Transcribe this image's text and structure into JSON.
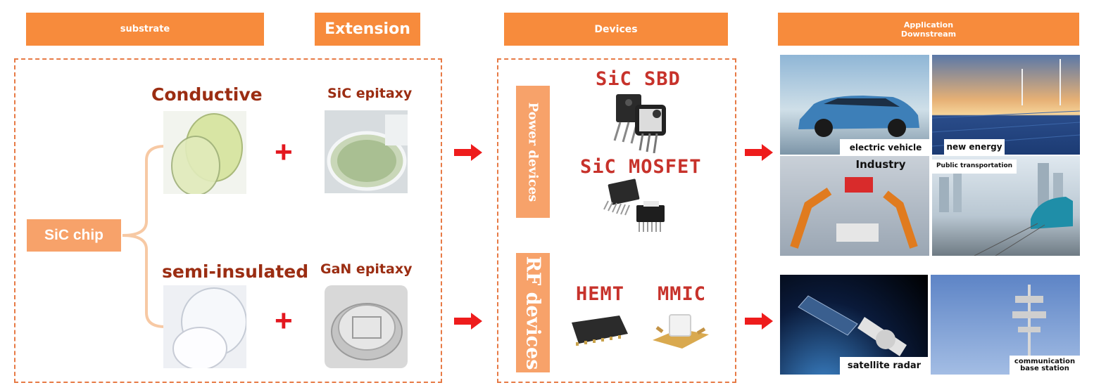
{
  "headers": {
    "substrate": "substrate",
    "extension": "Extension",
    "devices": "Devices",
    "application": "Application",
    "downstream": "Downstream"
  },
  "substrate": {
    "chip_label": "SiC chip",
    "conductive": "Conductive",
    "semi_insulated": "semi-insulated",
    "plus": "+"
  },
  "extension": {
    "sic_epitaxy": "SiC epitaxy",
    "gan_epitaxy": "GaN epitaxy"
  },
  "devices": {
    "power_label": "Power devices",
    "rf_label": "RF devices",
    "sic_sbd": "SiC SBD",
    "sic_mosfet": "SiC MOSFET",
    "hemt": "HEMT",
    "mmic": "MMIC"
  },
  "applications": {
    "electric_vehicle": "electric vehicle",
    "new_energy": "new energy",
    "industry": "Industry",
    "public_transportation": "Public transportation",
    "satellite_radar": "satellite radar",
    "communication_line1": "communication",
    "communication_line2": "base station"
  },
  "colors": {
    "header_orange": "#f78b3c",
    "dash_orange": "#e77a45",
    "label_orange": "#f7a26a",
    "title_red": "#9b2d12",
    "plus_red": "#e3171f",
    "arrow_red": "#ee1c1c"
  }
}
